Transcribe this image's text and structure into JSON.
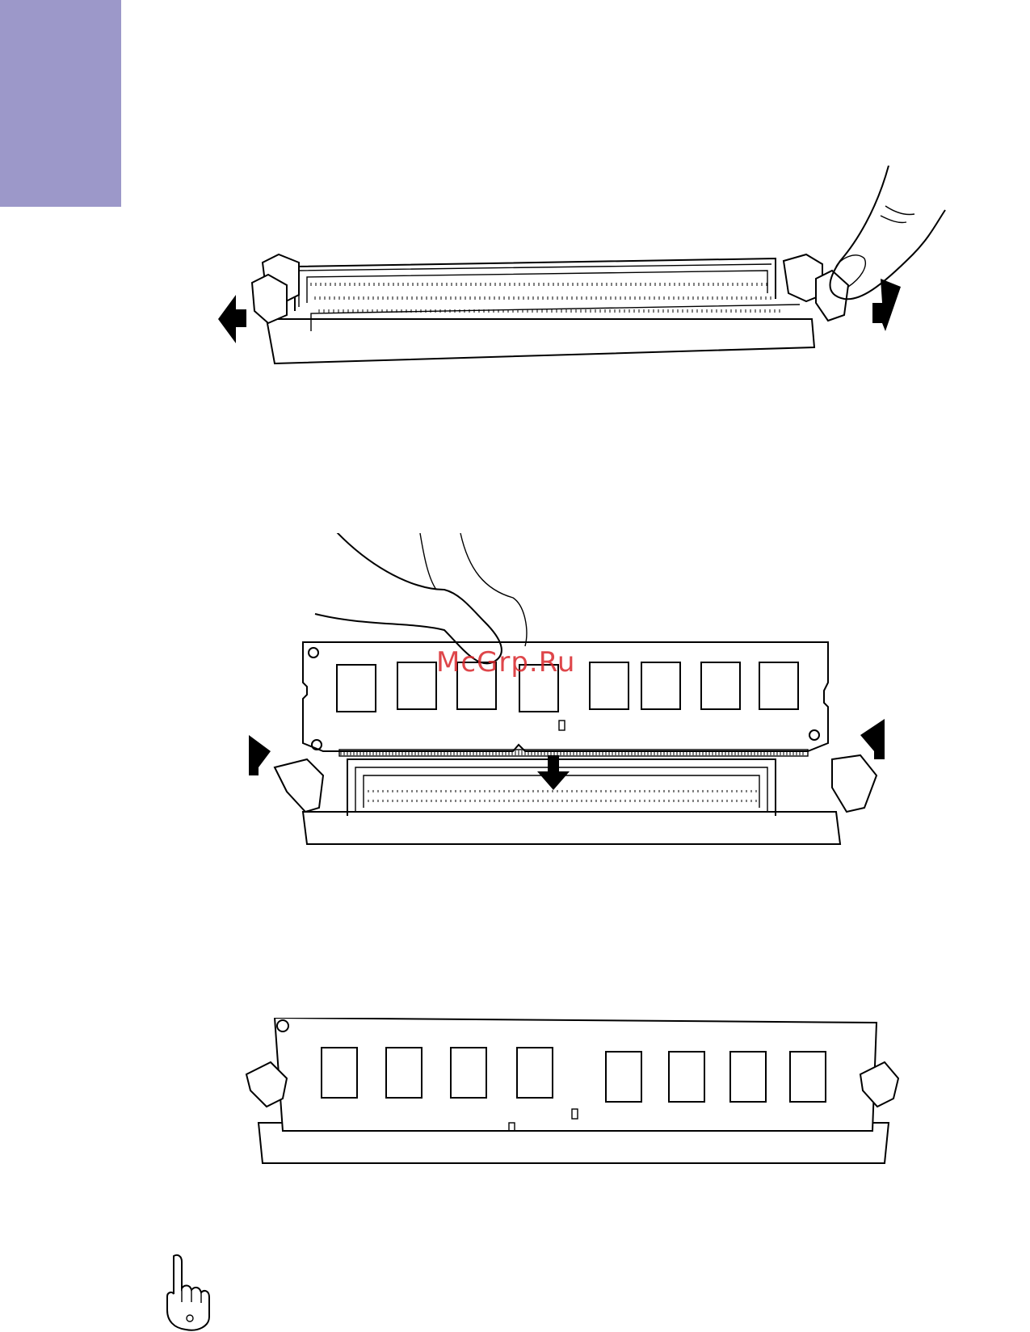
{
  "page": {
    "accent_color": "#9c98c9",
    "watermark_text": "McGrp.Ru",
    "watermark_color": "#d9262b"
  },
  "figures": [
    {
      "id": "fig1",
      "icon": "dimm-slot-open-clips-icon",
      "label": ""
    },
    {
      "id": "fig2",
      "icon": "dimm-module-insert-icon",
      "label": ""
    },
    {
      "id": "fig3",
      "icon": "dimm-module-seated-icon",
      "label": ""
    }
  ],
  "note": {
    "icon": "pointing-hand-icon"
  }
}
